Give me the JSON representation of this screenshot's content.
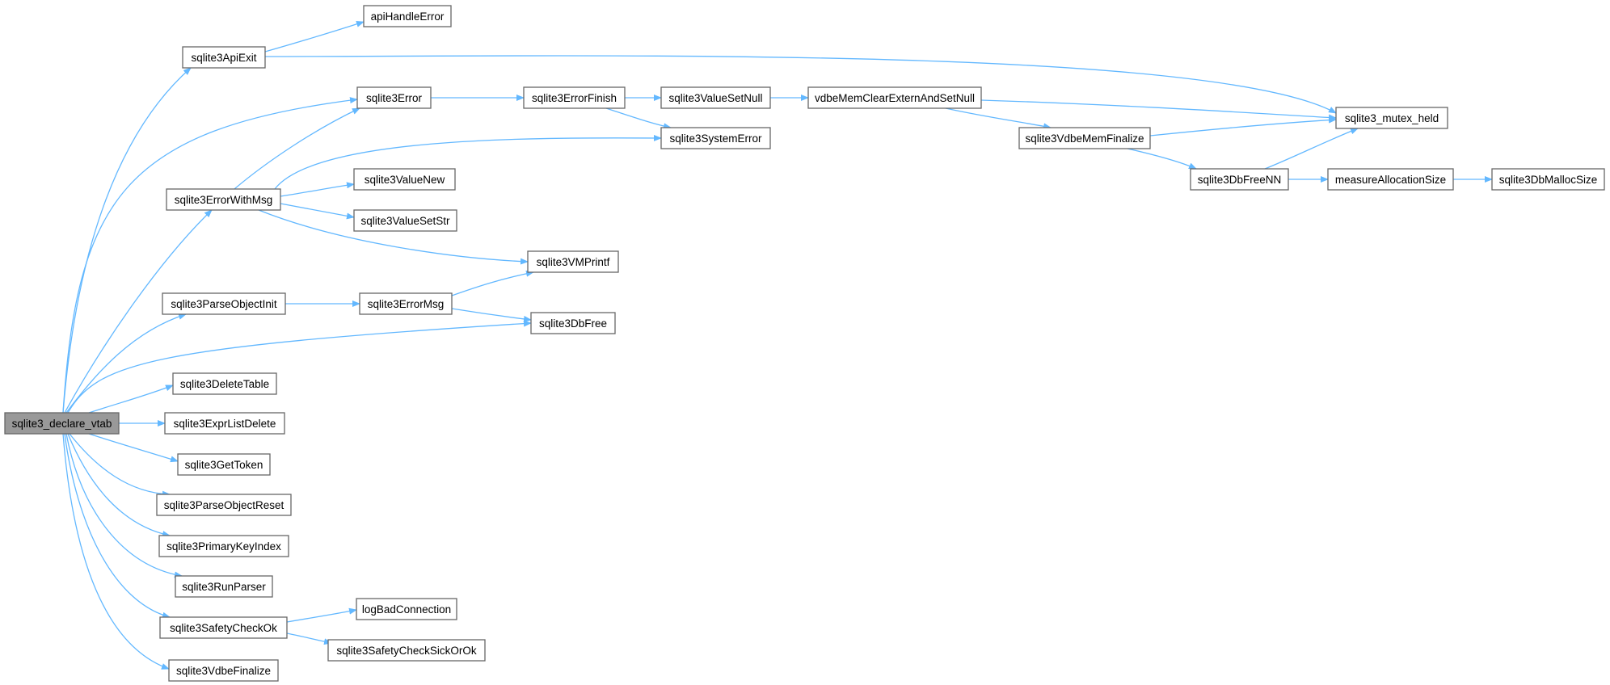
{
  "diagram": {
    "type": "call-graph",
    "colors": {
      "edge": "#63b8ff",
      "node_fill": "#ffffff",
      "root_fill": "#999999",
      "node_border": "#666666",
      "text": "#000000"
    },
    "root": "sqlite3_declare_vtab",
    "nodes": [
      {
        "id": "sqlite3_declare_vtab",
        "label": "sqlite3_declare_vtab"
      },
      {
        "id": "sqlite3ApiExit",
        "label": "sqlite3ApiExit"
      },
      {
        "id": "apiHandleError",
        "label": "apiHandleError"
      },
      {
        "id": "sqlite3Error",
        "label": "sqlite3Error"
      },
      {
        "id": "sqlite3ErrorFinish",
        "label": "sqlite3ErrorFinish"
      },
      {
        "id": "sqlite3ValueSetNull",
        "label": "sqlite3ValueSetNull"
      },
      {
        "id": "vdbeMemClearExternAndSetNull",
        "label": "vdbeMemClearExternAndSetNull"
      },
      {
        "id": "sqlite3_mutex_held",
        "label": "sqlite3_mutex_held"
      },
      {
        "id": "sqlite3SystemError",
        "label": "sqlite3SystemError"
      },
      {
        "id": "sqlite3VdbeMemFinalize",
        "label": "sqlite3VdbeMemFinalize"
      },
      {
        "id": "sqlite3DbFreeNN",
        "label": "sqlite3DbFreeNN"
      },
      {
        "id": "measureAllocationSize",
        "label": "measureAllocationSize"
      },
      {
        "id": "sqlite3DbMallocSize",
        "label": "sqlite3DbMallocSize"
      },
      {
        "id": "sqlite3ErrorWithMsg",
        "label": "sqlite3ErrorWithMsg"
      },
      {
        "id": "sqlite3ValueNew",
        "label": "sqlite3ValueNew"
      },
      {
        "id": "sqlite3ValueSetStr",
        "label": "sqlite3ValueSetStr"
      },
      {
        "id": "sqlite3VMPrintf",
        "label": "sqlite3VMPrintf"
      },
      {
        "id": "sqlite3ParseObjectInit",
        "label": "sqlite3ParseObjectInit"
      },
      {
        "id": "sqlite3ErrorMsg",
        "label": "sqlite3ErrorMsg"
      },
      {
        "id": "sqlite3DbFree",
        "label": "sqlite3DbFree"
      },
      {
        "id": "sqlite3DeleteTable",
        "label": "sqlite3DeleteTable"
      },
      {
        "id": "sqlite3ExprListDelete",
        "label": "sqlite3ExprListDelete"
      },
      {
        "id": "sqlite3GetToken",
        "label": "sqlite3GetToken"
      },
      {
        "id": "sqlite3ParseObjectReset",
        "label": "sqlite3ParseObjectReset"
      },
      {
        "id": "sqlite3PrimaryKeyIndex",
        "label": "sqlite3PrimaryKeyIndex"
      },
      {
        "id": "sqlite3RunParser",
        "label": "sqlite3RunParser"
      },
      {
        "id": "sqlite3SafetyCheckOk",
        "label": "sqlite3SafetyCheckOk"
      },
      {
        "id": "logBadConnection",
        "label": "logBadConnection"
      },
      {
        "id": "sqlite3SafetyCheckSickOrOk",
        "label": "sqlite3SafetyCheckSickOrOk"
      },
      {
        "id": "sqlite3VdbeFinalize",
        "label": "sqlite3VdbeFinalize"
      }
    ],
    "edges": [
      {
        "from": "sqlite3_declare_vtab",
        "to": "sqlite3ApiExit"
      },
      {
        "from": "sqlite3_declare_vtab",
        "to": "sqlite3Error"
      },
      {
        "from": "sqlite3_declare_vtab",
        "to": "sqlite3ErrorWithMsg"
      },
      {
        "from": "sqlite3_declare_vtab",
        "to": "sqlite3ParseObjectInit"
      },
      {
        "from": "sqlite3_declare_vtab",
        "to": "sqlite3DbFree"
      },
      {
        "from": "sqlite3_declare_vtab",
        "to": "sqlite3DeleteTable"
      },
      {
        "from": "sqlite3_declare_vtab",
        "to": "sqlite3ExprListDelete"
      },
      {
        "from": "sqlite3_declare_vtab",
        "to": "sqlite3GetToken"
      },
      {
        "from": "sqlite3_declare_vtab",
        "to": "sqlite3ParseObjectReset"
      },
      {
        "from": "sqlite3_declare_vtab",
        "to": "sqlite3PrimaryKeyIndex"
      },
      {
        "from": "sqlite3_declare_vtab",
        "to": "sqlite3RunParser"
      },
      {
        "from": "sqlite3_declare_vtab",
        "to": "sqlite3SafetyCheckOk"
      },
      {
        "from": "sqlite3_declare_vtab",
        "to": "sqlite3VdbeFinalize"
      },
      {
        "from": "sqlite3ApiExit",
        "to": "apiHandleError"
      },
      {
        "from": "sqlite3ApiExit",
        "to": "sqlite3_mutex_held"
      },
      {
        "from": "sqlite3Error",
        "to": "sqlite3ErrorFinish"
      },
      {
        "from": "sqlite3ErrorFinish",
        "to": "sqlite3ValueSetNull"
      },
      {
        "from": "sqlite3ErrorFinish",
        "to": "sqlite3SystemError"
      },
      {
        "from": "sqlite3ValueSetNull",
        "to": "vdbeMemClearExternAndSetNull"
      },
      {
        "from": "vdbeMemClearExternAndSetNull",
        "to": "sqlite3_mutex_held"
      },
      {
        "from": "vdbeMemClearExternAndSetNull",
        "to": "sqlite3VdbeMemFinalize"
      },
      {
        "from": "sqlite3VdbeMemFinalize",
        "to": "sqlite3_mutex_held"
      },
      {
        "from": "sqlite3VdbeMemFinalize",
        "to": "sqlite3DbFreeNN"
      },
      {
        "from": "sqlite3DbFreeNN",
        "to": "sqlite3_mutex_held"
      },
      {
        "from": "sqlite3DbFreeNN",
        "to": "measureAllocationSize"
      },
      {
        "from": "measureAllocationSize",
        "to": "sqlite3DbMallocSize"
      },
      {
        "from": "sqlite3ErrorWithMsg",
        "to": "sqlite3Error"
      },
      {
        "from": "sqlite3ErrorWithMsg",
        "to": "sqlite3SystemError"
      },
      {
        "from": "sqlite3ErrorWithMsg",
        "to": "sqlite3ValueNew"
      },
      {
        "from": "sqlite3ErrorWithMsg",
        "to": "sqlite3ValueSetStr"
      },
      {
        "from": "sqlite3ErrorWithMsg",
        "to": "sqlite3VMPrintf"
      },
      {
        "from": "sqlite3ParseObjectInit",
        "to": "sqlite3ErrorMsg"
      },
      {
        "from": "sqlite3ErrorMsg",
        "to": "sqlite3VMPrintf"
      },
      {
        "from": "sqlite3ErrorMsg",
        "to": "sqlite3DbFree"
      },
      {
        "from": "sqlite3SafetyCheckOk",
        "to": "logBadConnection"
      },
      {
        "from": "sqlite3SafetyCheckOk",
        "to": "sqlite3SafetyCheckSickOrOk"
      }
    ]
  }
}
